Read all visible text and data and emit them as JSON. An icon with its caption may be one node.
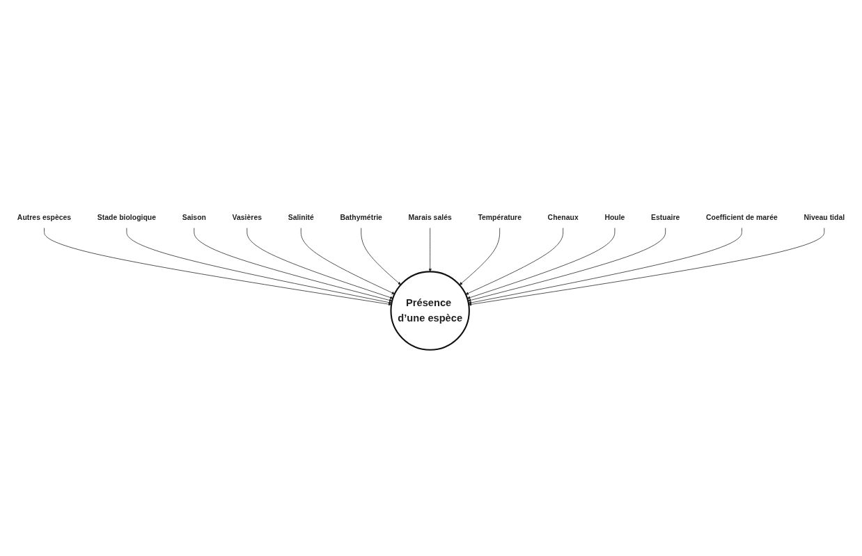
{
  "diagram": {
    "nodes": [
      {
        "text": [
          "Autres espèces"
        ]
      },
      {
        "text": [
          "Stade biologique"
        ]
      },
      {
        "text": [
          "Saison"
        ]
      },
      {
        "text": [
          "Vasières"
        ]
      },
      {
        "text": [
          "Salinité"
        ]
      },
      {
        "text": [
          "Présence d’une espèce"
        ]
      },
      {
        "text": [
          "Bathymétrie"
        ]
      },
      {
        "text": [
          "Marais salés"
        ]
      },
      {
        "text": [
          "Température"
        ]
      },
      {
        "text": [
          "Chenaux"
        ]
      },
      {
        "text": [
          "Houle"
        ]
      },
      {
        "text": [
          "Estuaire"
        ]
      },
      {
        "text": [
          "Coefficient de marée"
        ]
      },
      {
        "text": [
          "Niveau tidal"
        ]
      }
    ],
    "edges": [
      {
        "from": 0,
        "to": 5,
        "arrow": "to"
      },
      {
        "from": 1,
        "to": 5,
        "arrow": "to"
      },
      {
        "from": 2,
        "to": 5,
        "arrow": "to"
      },
      {
        "from": 3,
        "to": 5,
        "arrow": "to"
      },
      {
        "from": 4,
        "to": 5,
        "arrow": "to"
      },
      {
        "from": 6,
        "to": 5,
        "arrow": "to"
      },
      {
        "from": 7,
        "to": 5,
        "arrow": "to"
      },
      {
        "from": 8,
        "to": 5,
        "arrow": "to"
      },
      {
        "from": 9,
        "to": 5,
        "arrow": "to"
      },
      {
        "from": 10,
        "to": 5,
        "arrow": "to"
      },
      {
        "from": 11,
        "to": 5,
        "arrow": "to"
      },
      {
        "from": 12,
        "to": 5,
        "arrow": "to"
      },
      {
        "from": 13,
        "to": 5,
        "arrow": "to"
      }
    ]
  }
}
